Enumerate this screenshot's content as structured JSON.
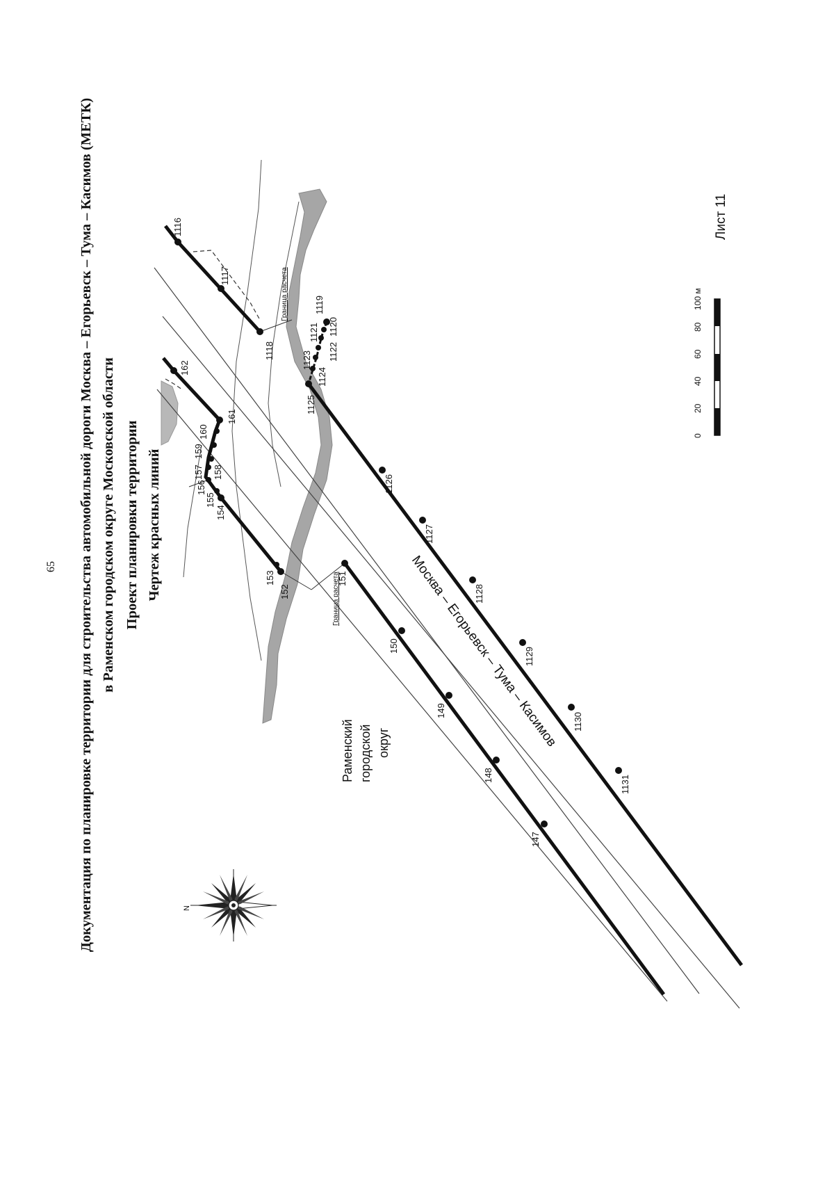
{
  "page_number": "65",
  "title": {
    "line1": "Документация по планировке территории для строительства автомобильной дороги Москва – Егорьевск – Тума – Касимов (МЕТК)",
    "line2": "в Раменском городском округе Московской области",
    "line3": "Проект планировки территории",
    "line4": "Чертеж красных линий"
  },
  "road_name": "Москва – Егорьевск – Тума – Касимов",
  "district_label": [
    "Раменский",
    "городской",
    "округ"
  ],
  "boundary_label": "Граница расчета",
  "sheet_label": "Лист 11",
  "scale_bar": {
    "ticks": [
      "0",
      "20",
      "40",
      "60",
      "80",
      "100 м"
    ]
  },
  "red_line_points": {
    "left_line": [
      "147",
      "148",
      "149",
      "150",
      "151",
      "152",
      "153",
      "154",
      "155",
      "156",
      "157",
      "158",
      "159",
      "160",
      "161",
      "162"
    ],
    "right_line": [
      "1116",
      "1117",
      "1118",
      "1119",
      "1120",
      "1121",
      "1122",
      "1123",
      "1124",
      "1125",
      "1126",
      "1127",
      "1128",
      "1129",
      "1130",
      "1131"
    ]
  },
  "compass": {
    "north_letter": "N"
  },
  "colors": {
    "red_line": "#111111",
    "water": "#9a9a9a",
    "thin_line": "#444444"
  }
}
